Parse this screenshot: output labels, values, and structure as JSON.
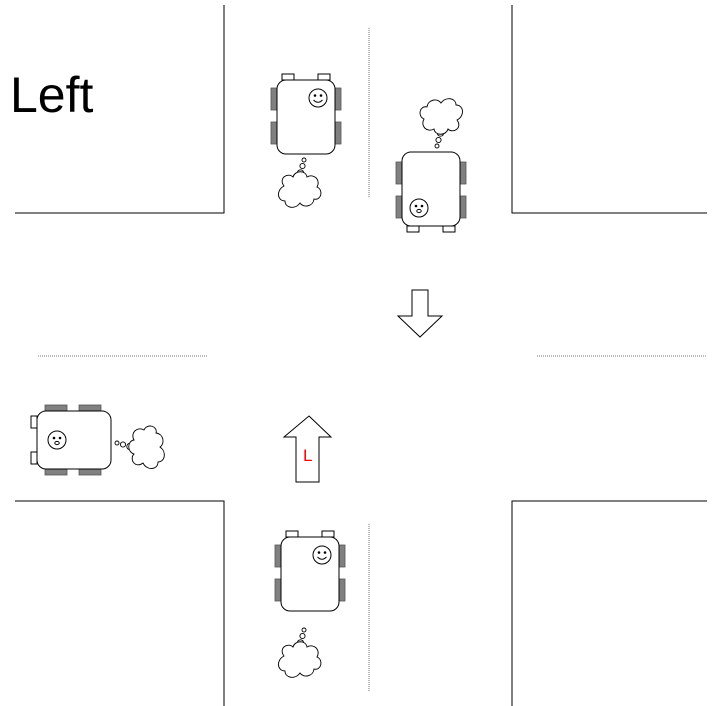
{
  "title": "Left",
  "arrow_label": "L",
  "colors": {
    "line": "#000000",
    "lane_divider": "#777777",
    "wheel": "#808080",
    "label": "#ff0000",
    "background": "#ffffff"
  },
  "robots": [
    {
      "name": "robot-top-left",
      "facing": "up",
      "face": "smile"
    },
    {
      "name": "robot-top-right",
      "facing": "down",
      "face": "surprised"
    },
    {
      "name": "robot-left",
      "facing": "left",
      "face": "surprised"
    },
    {
      "name": "robot-bottom",
      "facing": "up",
      "face": "smile"
    }
  ],
  "arrows": [
    {
      "name": "arrow-down",
      "direction": "down",
      "label": ""
    },
    {
      "name": "arrow-up-left",
      "direction": "up",
      "label": "L"
    }
  ]
}
